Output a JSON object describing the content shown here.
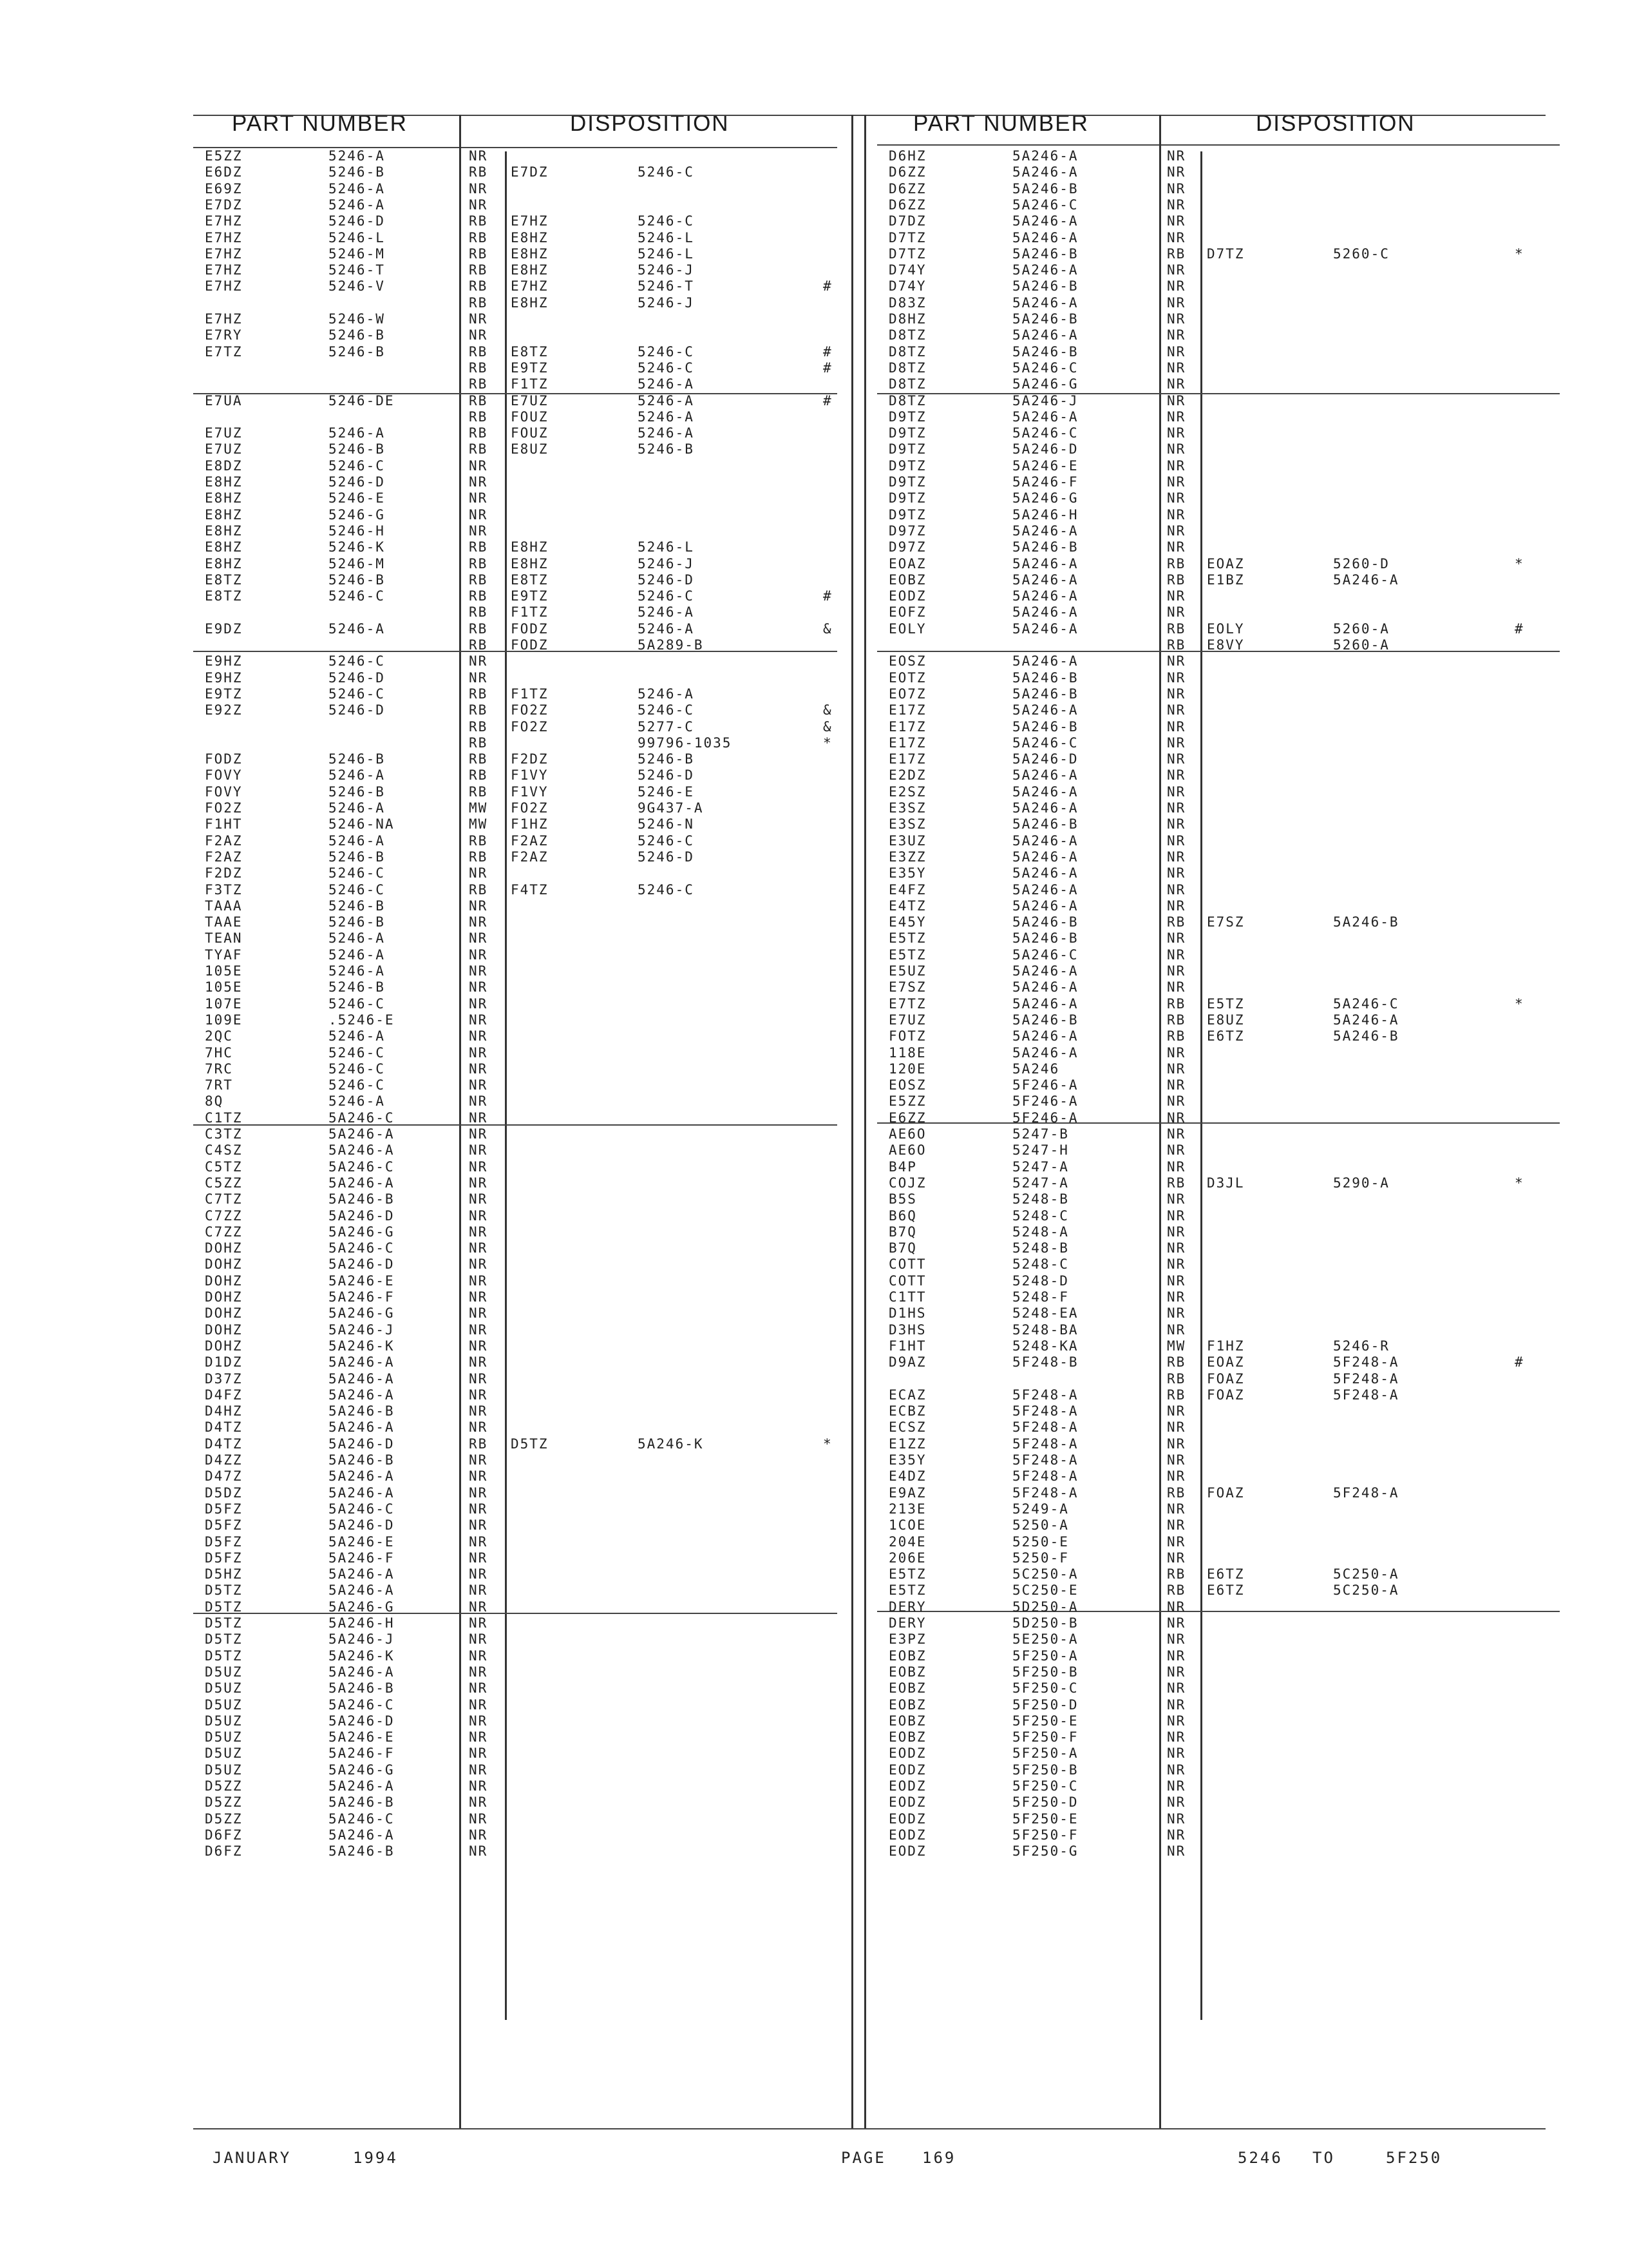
{
  "headers": {
    "part_number_left": "PART NUMBER",
    "disposition_left": "DISPOSITION",
    "part_number_right": "PART NUMBER",
    "disposition_right": "DISPOSITION"
  },
  "left_rows": [
    [
      "E5ZZ",
      "5246-A",
      "NR",
      "",
      "",
      ""
    ],
    [
      "E6DZ",
      "5246-B",
      "RB",
      "E7DZ",
      "5246-C",
      ""
    ],
    [
      "E69Z",
      "5246-A",
      "NR",
      "",
      "",
      ""
    ],
    [
      "E7DZ",
      "5246-A",
      "NR",
      "",
      "",
      ""
    ],
    [
      "E7HZ",
      "5246-D",
      "RB",
      "E7HZ",
      "5246-C",
      ""
    ],
    [
      "E7HZ",
      "5246-L",
      "RB",
      "E8HZ",
      "5246-L",
      ""
    ],
    [
      "E7HZ",
      "5246-M",
      "RB",
      "E8HZ",
      "5246-L",
      ""
    ],
    [
      "E7HZ",
      "5246-T",
      "RB",
      "E8HZ",
      "5246-J",
      ""
    ],
    [
      "E7HZ",
      "5246-V",
      "RB",
      "E7HZ",
      "5246-T",
      "#"
    ],
    [
      "",
      "",
      "RB",
      "E8HZ",
      "5246-J",
      ""
    ],
    [
      "E7HZ",
      "5246-W",
      "NR",
      "",
      "",
      ""
    ],
    [
      "E7RY",
      "5246-B",
      "NR",
      "",
      "",
      ""
    ],
    [
      "E7TZ",
      "5246-B",
      "RB",
      "E8TZ",
      "5246-C",
      "#"
    ],
    [
      "",
      "",
      "RB",
      "E9TZ",
      "5246-C",
      "#"
    ],
    [
      "",
      "",
      "RB",
      "F1TZ",
      "5246-A",
      ""
    ],
    [
      "E7UA",
      "5246-DE",
      "RB",
      "E7UZ",
      "5246-A",
      "#"
    ],
    [
      "",
      "",
      "RB",
      "FOUZ",
      "5246-A",
      ""
    ],
    [
      "E7UZ",
      "5246-A",
      "RB",
      "FOUZ",
      "5246-A",
      ""
    ],
    [
      "E7UZ",
      "5246-B",
      "RB",
      "E8UZ",
      "5246-B",
      ""
    ],
    [
      "E8DZ",
      "5246-C",
      "NR",
      "",
      "",
      ""
    ],
    [
      "E8HZ",
      "5246-D",
      "NR",
      "",
      "",
      ""
    ],
    [
      "E8HZ",
      "5246-E",
      "NR",
      "",
      "",
      ""
    ],
    [
      "E8HZ",
      "5246-G",
      "NR",
      "",
      "",
      ""
    ],
    [
      "E8HZ",
      "5246-H",
      "NR",
      "",
      "",
      ""
    ],
    [
      "E8HZ",
      "5246-K",
      "RB",
      "E8HZ",
      "5246-L",
      ""
    ],
    [
      "E8HZ",
      "5246-M",
      "RB",
      "E8HZ",
      "5246-J",
      ""
    ],
    [
      "E8TZ",
      "5246-B",
      "RB",
      "E8TZ",
      "5246-D",
      ""
    ],
    [
      "E8TZ",
      "5246-C",
      "RB",
      "E9TZ",
      "5246-C",
      "#"
    ],
    [
      "",
      "",
      "RB",
      "F1TZ",
      "5246-A",
      ""
    ],
    [
      "E9DZ",
      "5246-A",
      "RB",
      "FODZ",
      "5246-A",
      "&"
    ],
    [
      "",
      "",
      "RB",
      "FODZ",
      "5A289-B",
      ""
    ],
    [
      "E9HZ",
      "5246-C",
      "NR",
      "",
      "",
      ""
    ],
    [
      "E9HZ",
      "5246-D",
      "NR",
      "",
      "",
      ""
    ],
    [
      "E9TZ",
      "5246-C",
      "RB",
      "F1TZ",
      "5246-A",
      ""
    ],
    [
      "E92Z",
      "5246-D",
      "RB",
      "FO2Z",
      "5246-C",
      "&"
    ],
    [
      "",
      "",
      "RB",
      "FO2Z",
      "5277-C",
      "&"
    ],
    [
      "",
      "",
      "RB",
      "",
      "99796-1035",
      "*"
    ],
    [
      "FODZ",
      "5246-B",
      "RB",
      "F2DZ",
      "5246-B",
      ""
    ],
    [
      "FOVY",
      "5246-A",
      "RB",
      "F1VY",
      "5246-D",
      ""
    ],
    [
      "FOVY",
      "5246-B",
      "RB",
      "F1VY",
      "5246-E",
      ""
    ],
    [
      "FO2Z",
      "5246-A",
      "MW",
      "FO2Z",
      "9G437-A",
      ""
    ],
    [
      "F1HT",
      "5246-NA",
      "MW",
      "F1HZ",
      "5246-N",
      ""
    ],
    [
      "F2AZ",
      "5246-A",
      "RB",
      "F2AZ",
      "5246-C",
      ""
    ],
    [
      "F2AZ",
      "5246-B",
      "RB",
      "F2AZ",
      "5246-D",
      ""
    ],
    [
      "F2DZ",
      "5246-C",
      "NR",
      "",
      "",
      ""
    ],
    [
      "F3TZ",
      "5246-C",
      "RB",
      "F4TZ",
      "5246-C",
      ""
    ],
    [
      "TAAA",
      "5246-B",
      "NR",
      "",
      "",
      ""
    ],
    [
      "TAAE",
      "5246-B",
      "NR",
      "",
      "",
      ""
    ],
    [
      "TEAN",
      "5246-A",
      "NR",
      "",
      "",
      ""
    ],
    [
      "TYAF",
      "5246-A",
      "NR",
      "",
      "",
      ""
    ],
    [
      "105E",
      "5246-A",
      "NR",
      "",
      "",
      ""
    ],
    [
      "105E",
      "5246-B",
      "NR",
      "",
      "",
      ""
    ],
    [
      "107E",
      "5246-C",
      "NR",
      "",
      "",
      ""
    ],
    [
      "109E",
      ".5246-E",
      "NR",
      "",
      "",
      ""
    ],
    [
      "2QC",
      "5246-A",
      "NR",
      "",
      "",
      ""
    ],
    [
      "7HC",
      "5246-C",
      "NR",
      "",
      "",
      ""
    ],
    [
      "7RC",
      "5246-C",
      "NR",
      "",
      "",
      ""
    ],
    [
      "7RT",
      "5246-C",
      "NR",
      "",
      "",
      ""
    ],
    [
      "8Q",
      "5246-A",
      "NR",
      "",
      "",
      ""
    ],
    [
      "C1TZ",
      "5A246-C",
      "NR",
      "",
      "",
      ""
    ],
    [
      "C3TZ",
      "5A246-A",
      "NR",
      "",
      "",
      ""
    ],
    [
      "C4SZ",
      "5A246-A",
      "NR",
      "",
      "",
      ""
    ],
    [
      "C5TZ",
      "5A246-C",
      "NR",
      "",
      "",
      ""
    ],
    [
      "C5ZZ",
      "5A246-A",
      "NR",
      "",
      "",
      ""
    ],
    [
      "C7TZ",
      "5A246-B",
      "NR",
      "",
      "",
      ""
    ],
    [
      "C7ZZ",
      "5A246-D",
      "NR",
      "",
      "",
      ""
    ],
    [
      "C7ZZ",
      "5A246-G",
      "NR",
      "",
      "",
      ""
    ],
    [
      "DOHZ",
      "5A246-C",
      "NR",
      "",
      "",
      ""
    ],
    [
      "DOHZ",
      "5A246-D",
      "NR",
      "",
      "",
      ""
    ],
    [
      "DOHZ",
      "5A246-E",
      "NR",
      "",
      "",
      ""
    ],
    [
      "DOHZ",
      "5A246-F",
      "NR",
      "",
      "",
      ""
    ],
    [
      "DOHZ",
      "5A246-G",
      "NR",
      "",
      "",
      ""
    ],
    [
      "DOHZ",
      "5A246-J",
      "NR",
      "",
      "",
      ""
    ],
    [
      "DOHZ",
      "5A246-K",
      "NR",
      "",
      "",
      ""
    ],
    [
      "D1DZ",
      "5A246-A",
      "NR",
      "",
      "",
      ""
    ],
    [
      "D37Z",
      "5A246-A",
      "NR",
      "",
      "",
      ""
    ],
    [
      "D4FZ",
      "5A246-A",
      "NR",
      "",
      "",
      ""
    ],
    [
      "D4HZ",
      "5A246-B",
      "NR",
      "",
      "",
      ""
    ],
    [
      "D4TZ",
      "5A246-A",
      "NR",
      "",
      "",
      ""
    ],
    [
      "D4TZ",
      "5A246-D",
      "RB",
      "D5TZ",
      "5A246-K",
      "*"
    ],
    [
      "D4ZZ",
      "5A246-B",
      "NR",
      "",
      "",
      ""
    ],
    [
      "D47Z",
      "5A246-A",
      "NR",
      "",
      "",
      ""
    ],
    [
      "D5DZ",
      "5A246-A",
      "NR",
      "",
      "",
      ""
    ],
    [
      "D5FZ",
      "5A246-C",
      "NR",
      "",
      "",
      ""
    ],
    [
      "D5FZ",
      "5A246-D",
      "NR",
      "",
      "",
      ""
    ],
    [
      "D5FZ",
      "5A246-E",
      "NR",
      "",
      "",
      ""
    ],
    [
      "D5FZ",
      "5A246-F",
      "NR",
      "",
      "",
      ""
    ],
    [
      "D5HZ",
      "5A246-A",
      "NR",
      "",
      "",
      ""
    ],
    [
      "D5TZ",
      "5A246-A",
      "NR",
      "",
      "",
      ""
    ],
    [
      "D5TZ",
      "5A246-G",
      "NR",
      "",
      "",
      ""
    ],
    [
      "D5TZ",
      "5A246-H",
      "NR",
      "",
      "",
      ""
    ],
    [
      "D5TZ",
      "5A246-J",
      "NR",
      "",
      "",
      ""
    ],
    [
      "D5TZ",
      "5A246-K",
      "NR",
      "",
      "",
      ""
    ],
    [
      "D5UZ",
      "5A246-A",
      "NR",
      "",
      "",
      ""
    ],
    [
      "D5UZ",
      "5A246-B",
      "NR",
      "",
      "",
      ""
    ],
    [
      "D5UZ",
      "5A246-C",
      "NR",
      "",
      "",
      ""
    ],
    [
      "D5UZ",
      "5A246-D",
      "NR",
      "",
      "",
      ""
    ],
    [
      "D5UZ",
      "5A246-E",
      "NR",
      "",
      "",
      ""
    ],
    [
      "D5UZ",
      "5A246-F",
      "NR",
      "",
      "",
      ""
    ],
    [
      "D5UZ",
      "5A246-G",
      "NR",
      "",
      "",
      ""
    ],
    [
      "D5ZZ",
      "5A246-A",
      "NR",
      "",
      "",
      ""
    ],
    [
      "D5ZZ",
      "5A246-B",
      "NR",
      "",
      "",
      ""
    ],
    [
      "D5ZZ",
      "5A246-C",
      "NR",
      "",
      "",
      ""
    ],
    [
      "D6FZ",
      "5A246-A",
      "NR",
      "",
      "",
      ""
    ],
    [
      "D6FZ",
      "5A246-B",
      "NR",
      "",
      "",
      ""
    ]
  ],
  "right_rows": [
    [
      "D6HZ",
      "5A246-A",
      "NR",
      "",
      "",
      ""
    ],
    [
      "D6ZZ",
      "5A246-A",
      "NR",
      "",
      "",
      ""
    ],
    [
      "D6ZZ",
      "5A246-B",
      "NR",
      "",
      "",
      ""
    ],
    [
      "D6ZZ",
      "5A246-C",
      "NR",
      "",
      "",
      ""
    ],
    [
      "D7DZ",
      "5A246-A",
      "NR",
      "",
      "",
      ""
    ],
    [
      "D7TZ",
      "5A246-A",
      "NR",
      "",
      "",
      ""
    ],
    [
      "D7TZ",
      "5A246-B",
      "RB",
      "D7TZ",
      "5260-C",
      "*"
    ],
    [
      "D74Y",
      "5A246-A",
      "NR",
      "",
      "",
      ""
    ],
    [
      "D74Y",
      "5A246-B",
      "NR",
      "",
      "",
      ""
    ],
    [
      "D83Z",
      "5A246-A",
      "NR",
      "",
      "",
      ""
    ],
    [
      "D8HZ",
      "5A246-B",
      "NR",
      "",
      "",
      ""
    ],
    [
      "D8TZ",
      "5A246-A",
      "NR",
      "",
      "",
      ""
    ],
    [
      "D8TZ",
      "5A246-B",
      "NR",
      "",
      "",
      ""
    ],
    [
      "D8TZ",
      "5A246-C",
      "NR",
      "",
      "",
      ""
    ],
    [
      "D8TZ",
      "5A246-G",
      "NR",
      "",
      "",
      ""
    ],
    [
      "D8TZ",
      "5A246-J",
      "NR",
      "",
      "",
      ""
    ],
    [
      "D9TZ",
      "5A246-A",
      "NR",
      "",
      "",
      ""
    ],
    [
      "D9TZ",
      "5A246-C",
      "NR",
      "",
      "",
      ""
    ],
    [
      "D9TZ",
      "5A246-D",
      "NR",
      "",
      "",
      ""
    ],
    [
      "D9TZ",
      "5A246-E",
      "NR",
      "",
      "",
      ""
    ],
    [
      "D9TZ",
      "5A246-F",
      "NR",
      "",
      "",
      ""
    ],
    [
      "D9TZ",
      "5A246-G",
      "NR",
      "",
      "",
      ""
    ],
    [
      "D9TZ",
      "5A246-H",
      "NR",
      "",
      "",
      ""
    ],
    [
      "D97Z",
      "5A246-A",
      "NR",
      "",
      "",
      ""
    ],
    [
      "D97Z",
      "5A246-B",
      "NR",
      "",
      "",
      ""
    ],
    [
      "EOAZ",
      "5A246-A",
      "RB",
      "EOAZ",
      "5260-D",
      "*"
    ],
    [
      "EOBZ",
      "5A246-A",
      "RB",
      "E1BZ",
      "5A246-A",
      ""
    ],
    [
      "EODZ",
      "5A246-A",
      "NR",
      "",
      "",
      ""
    ],
    [
      "EOFZ",
      "5A246-A",
      "NR",
      "",
      "",
      ""
    ],
    [
      "EOLY",
      "5A246-A",
      "RB",
      "EOLY",
      "5260-A",
      "#"
    ],
    [
      "",
      "",
      "RB",
      "E8VY",
      "5260-A",
      ""
    ],
    [
      "EOSZ",
      "5A246-A",
      "NR",
      "",
      "",
      ""
    ],
    [
      "EOTZ",
      "5A246-B",
      "NR",
      "",
      "",
      ""
    ],
    [
      "EO7Z",
      "5A246-B",
      "NR",
      "",
      "",
      ""
    ],
    [
      "E17Z",
      "5A246-A",
      "NR",
      "",
      "",
      ""
    ],
    [
      "E17Z",
      "5A246-B",
      "NR",
      "",
      "",
      ""
    ],
    [
      "E17Z",
      "5A246-C",
      "NR",
      "",
      "",
      ""
    ],
    [
      "E17Z",
      "5A246-D",
      "NR",
      "",
      "",
      ""
    ],
    [
      "E2DZ",
      "5A246-A",
      "NR",
      "",
      "",
      ""
    ],
    [
      "E2SZ",
      "5A246-A",
      "NR",
      "",
      "",
      ""
    ],
    [
      "E3SZ",
      "5A246-A",
      "NR",
      "",
      "",
      ""
    ],
    [
      "E3SZ",
      "5A246-B",
      "NR",
      "",
      "",
      ""
    ],
    [
      "E3UZ",
      "5A246-A",
      "NR",
      "",
      "",
      ""
    ],
    [
      "E3ZZ",
      "5A246-A",
      "NR",
      "",
      "",
      ""
    ],
    [
      "E35Y",
      "5A246-A",
      "NR",
      "",
      "",
      ""
    ],
    [
      "E4FZ",
      "5A246-A",
      "NR",
      "",
      "",
      ""
    ],
    [
      "E4TZ",
      "5A246-A",
      "NR",
      "",
      "",
      ""
    ],
    [
      "E45Y",
      "5A246-B",
      "RB",
      "E7SZ",
      "5A246-B",
      ""
    ],
    [
      "E5TZ",
      "5A246-B",
      "NR",
      "",
      "",
      ""
    ],
    [
      "E5TZ",
      "5A246-C",
      "NR",
      "",
      "",
      ""
    ],
    [
      "E5UZ",
      "5A246-A",
      "NR",
      "",
      "",
      ""
    ],
    [
      "E7SZ",
      "5A246-A",
      "NR",
      "",
      "",
      ""
    ],
    [
      "E7TZ",
      "5A246-A",
      "RB",
      "E5TZ",
      "5A246-C",
      "*"
    ],
    [
      "E7UZ",
      "5A246-B",
      "RB",
      "E8UZ",
      "5A246-A",
      ""
    ],
    [
      "FOTZ",
      "5A246-A",
      "RB",
      "E6TZ",
      "5A246-B",
      ""
    ],
    [
      "118E",
      "5A246-A",
      "NR",
      "",
      "",
      ""
    ],
    [
      "120E",
      "5A246",
      "NR",
      "",
      "",
      ""
    ],
    [
      "EOSZ",
      "5F246-A",
      "NR",
      "",
      "",
      ""
    ],
    [
      "E5ZZ",
      "5F246-A",
      "NR",
      "",
      "",
      ""
    ],
    [
      "E6ZZ",
      "5F246-A",
      "NR",
      "",
      "",
      ""
    ],
    [
      "AE6O",
      "5247-B",
      "NR",
      "",
      "",
      ""
    ],
    [
      "AE6O",
      "5247-H",
      "NR",
      "",
      "",
      ""
    ],
    [
      "B4P",
      "5247-A",
      "NR",
      "",
      "",
      ""
    ],
    [
      "COJZ",
      "5247-A",
      "RB",
      "D3JL",
      "5290-A",
      "*"
    ],
    [
      "B5S",
      "5248-B",
      "NR",
      "",
      "",
      ""
    ],
    [
      "B6Q",
      "5248-C",
      "NR",
      "",
      "",
      ""
    ],
    [
      "B7Q",
      "5248-A",
      "NR",
      "",
      "",
      ""
    ],
    [
      "B7Q",
      "5248-B",
      "NR",
      "",
      "",
      ""
    ],
    [
      "COTT",
      "5248-C",
      "NR",
      "",
      "",
      ""
    ],
    [
      "COTT",
      "5248-D",
      "NR",
      "",
      "",
      ""
    ],
    [
      "C1TT",
      "5248-F",
      "NR",
      "",
      "",
      ""
    ],
    [
      "D1HS",
      "5248-EA",
      "NR",
      "",
      "",
      ""
    ],
    [
      "D3HS",
      "5248-BA",
      "NR",
      "",
      "",
      ""
    ],
    [
      "F1HT",
      "5248-KA",
      "MW",
      "F1HZ",
      "5246-R",
      ""
    ],
    [
      "D9AZ",
      "5F248-B",
      "RB",
      "EOAZ",
      "5F248-A",
      "#"
    ],
    [
      "",
      "",
      "RB",
      "FOAZ",
      "5F248-A",
      ""
    ],
    [
      "ECAZ",
      "5F248-A",
      "RB",
      "FOAZ",
      "5F248-A",
      ""
    ],
    [
      "ECBZ",
      "5F248-A",
      "NR",
      "",
      "",
      ""
    ],
    [
      "ECSZ",
      "5F248-A",
      "NR",
      "",
      "",
      ""
    ],
    [
      "E1ZZ",
      "5F248-A",
      "NR",
      "",
      "",
      ""
    ],
    [
      "E35Y",
      "5F248-A",
      "NR",
      "",
      "",
      ""
    ],
    [
      "E4DZ",
      "5F248-A",
      "NR",
      "",
      "",
      ""
    ],
    [
      "E9AZ",
      "5F248-A",
      "RB",
      "FOAZ",
      "5F248-A",
      ""
    ],
    [
      "213E",
      "5249-A",
      "NR",
      "",
      "",
      ""
    ],
    [
      "1COE",
      "5250-A",
      "NR",
      "",
      "",
      ""
    ],
    [
      "204E",
      "5250-E",
      "NR",
      "",
      "",
      ""
    ],
    [
      "206E",
      "5250-F",
      "NR",
      "",
      "",
      ""
    ],
    [
      "E5TZ",
      "5C250-A",
      "RB",
      "E6TZ",
      "5C250-A",
      ""
    ],
    [
      "E5TZ",
      "5C250-E",
      "RB",
      "E6TZ",
      "5C250-A",
      ""
    ],
    [
      "DERY",
      "5D250-A",
      "NR",
      "",
      "",
      ""
    ],
    [
      "DERY",
      "5D250-B",
      "NR",
      "",
      "",
      ""
    ],
    [
      "E3PZ",
      "5E250-A",
      "NR",
      "",
      "",
      ""
    ],
    [
      "EOBZ",
      "5F250-A",
      "NR",
      "",
      "",
      ""
    ],
    [
      "EOBZ",
      "5F250-B",
      "NR",
      "",
      "",
      ""
    ],
    [
      "EOBZ",
      "5F250-C",
      "NR",
      "",
      "",
      ""
    ],
    [
      "EOBZ",
      "5F250-D",
      "NR",
      "",
      "",
      ""
    ],
    [
      "EOBZ",
      "5F250-E",
      "NR",
      "",
      "",
      ""
    ],
    [
      "EOBZ",
      "5F250-F",
      "NR",
      "",
      "",
      ""
    ],
    [
      "EODZ",
      "5F250-A",
      "NR",
      "",
      "",
      ""
    ],
    [
      "EODZ",
      "5F250-B",
      "NR",
      "",
      "",
      ""
    ],
    [
      "EODZ",
      "5F250-C",
      "NR",
      "",
      "",
      ""
    ],
    [
      "EODZ",
      "5F250-D",
      "NR",
      "",
      "",
      ""
    ],
    [
      "EODZ",
      "5F250-E",
      "NR",
      "",
      "",
      ""
    ],
    [
      "EODZ",
      "5F250-F",
      "NR",
      "",
      "",
      ""
    ],
    [
      "EODZ",
      "5F250-G",
      "NR",
      "",
      "",
      ""
    ]
  ],
  "footer": {
    "date_month": "JANUARY",
    "date_year": "1994",
    "page_label": "PAGE",
    "page_number": "169",
    "range_from": "5246",
    "range_to_word": "TO",
    "range_to": "5F250"
  }
}
